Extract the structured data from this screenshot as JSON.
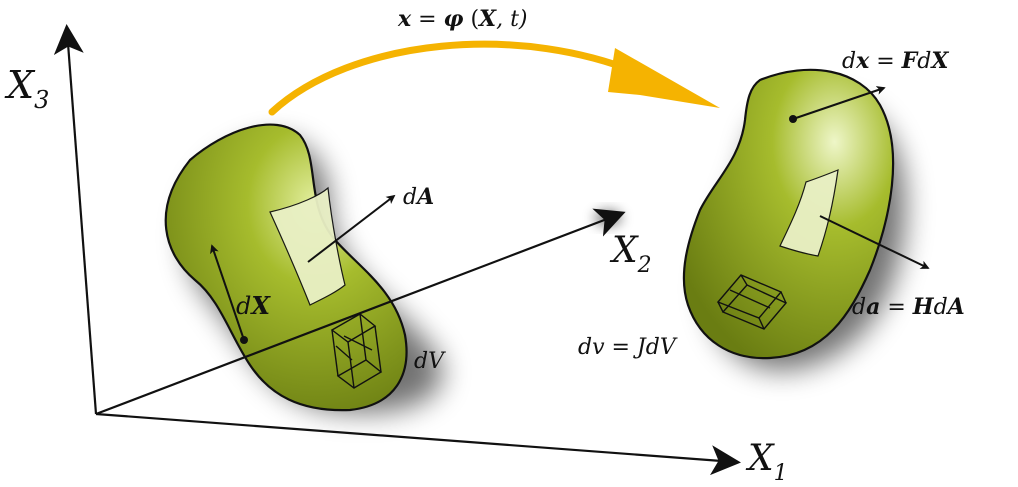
{
  "colors": {
    "background": "#ffffff",
    "body_fill": "#9db32a",
    "body_fill_dark": "#6f8215",
    "body_highlight": "#d7e88a",
    "surface_patch": "#e9f0c5",
    "arrow_mapping": "#f5b301",
    "axis": "#111111"
  },
  "axes": {
    "x1": {
      "letter": "X",
      "sub": "1"
    },
    "x2": {
      "letter": "X",
      "sub": "2"
    },
    "x3": {
      "letter": "X",
      "sub": "3"
    }
  },
  "mapping": {
    "lhs": "x",
    "eq": " = ",
    "phi": "φ",
    "args_open": " (",
    "arg_X": "X",
    "args_rest": ", t)"
  },
  "reference": {
    "dX_d": "d",
    "dX_X": "X",
    "dA_d": "d",
    "dA_A": "A",
    "dV": "dV"
  },
  "current": {
    "dx_lhs_d": "d",
    "dx_lhs_x": "x",
    "dx_eq": " = ",
    "dx_F": "F",
    "dx_d": "d",
    "dx_X": "X",
    "da_lhs_d": "d",
    "da_lhs_a": "a",
    "da_eq": " = ",
    "da_H": "H",
    "da_d": "d",
    "da_A": "A",
    "dv": "dv = JdV"
  },
  "icons": {
    "mapping_arrow": "curved-arrow-icon",
    "volume_element": "wireframe-box-icon"
  }
}
